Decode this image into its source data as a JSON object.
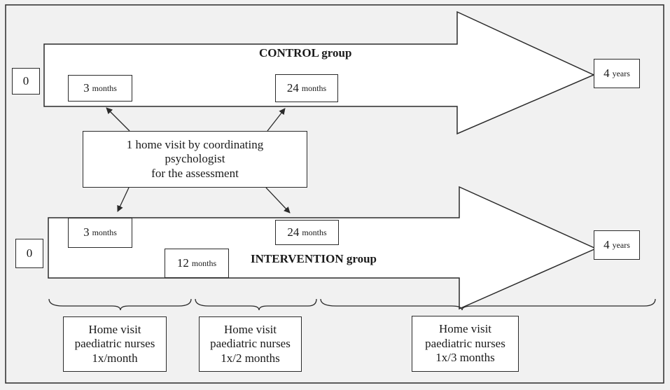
{
  "control": {
    "title": "CONTROL group",
    "start": "0",
    "end_value": "4",
    "end_unit": "years",
    "milestones": [
      {
        "value": "3",
        "unit": "months"
      },
      {
        "value": "24",
        "unit": "months"
      }
    ]
  },
  "assessment": {
    "text": "1 home visit by coordinating\npsychologist\nfor the assessment"
  },
  "intervention": {
    "title": "INTERVENTION group",
    "start": "0",
    "end_value": "4",
    "end_unit": "years",
    "milestones": [
      {
        "value": "3",
        "unit": "months"
      },
      {
        "value": "24",
        "unit": "months"
      },
      {
        "value": "12",
        "unit": "months"
      }
    ]
  },
  "home_visits": [
    {
      "text": "Home visit\npaediatric nurses\n1x/month"
    },
    {
      "text": "Home visit\npaediatric nurses\n1x/2 months"
    },
    {
      "text": "Home visit\npaediatric nurses\n1x/3 months"
    }
  ],
  "colors": {
    "background": "#f1f1f1",
    "stroke": "#2a2a2a",
    "box_fill": "#ffffff"
  }
}
